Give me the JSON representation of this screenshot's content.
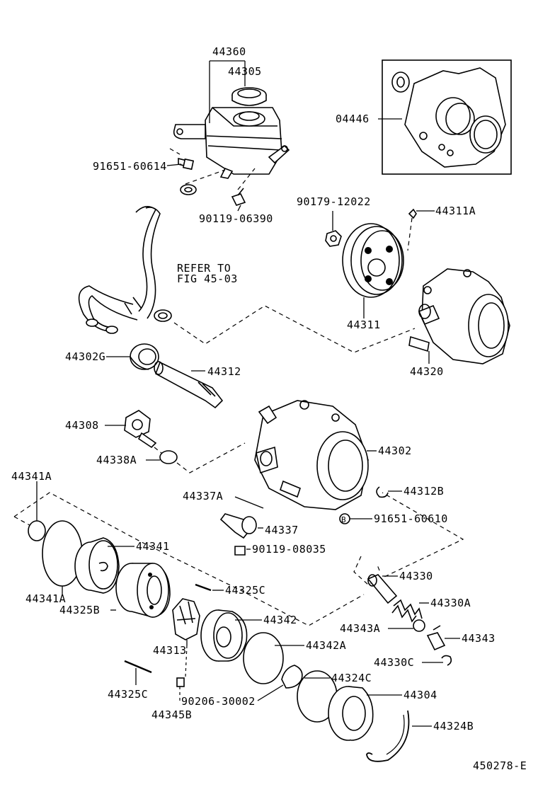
{
  "diagram_id": "450278-E",
  "refer_note": {
    "line1": "REFER TO",
    "line2": "FIG 45-03"
  },
  "circle_mark": "B",
  "labels": {
    "l44360": "44360",
    "l44305": "44305",
    "l04446": "04446",
    "l91651_60614": "91651-60614",
    "l90119_06390": "90119-06390",
    "l90179_12022": "90179-12022",
    "l44311A": "44311A",
    "l44311": "44311",
    "l44320": "44320",
    "l44302G": "44302G",
    "l44312": "44312",
    "l44308": "44308",
    "l44338A": "44338A",
    "l44302": "44302",
    "l44341A_top": "44341A",
    "l44337A": "44337A",
    "l44312B": "44312B",
    "l44337": "44337",
    "l91651_60610": "91651-60610",
    "l90119_08035": "90119-08035",
    "l44341": "44341",
    "l44341A_bot": "44341A",
    "l44330": "44330",
    "l44325C_top": "44325C",
    "l44325B": "44325B",
    "l44330A": "44330A",
    "l44342": "44342",
    "l44343A": "44343A",
    "l44343": "44343",
    "l44342A": "44342A",
    "l44313": "44313",
    "l44330C": "44330C",
    "l44324C": "44324C",
    "l44325C_bot": "44325C",
    "l44304": "44304",
    "l90206_30002": "90206-30002",
    "l44324B": "44324B",
    "l44345B": "44345B"
  }
}
